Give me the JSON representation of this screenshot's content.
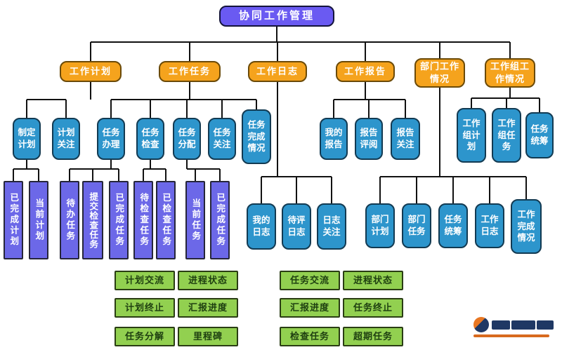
{
  "diagram_title": "协同工作管理",
  "colors": {
    "root_fill": "#6a5af2",
    "branch_fill": "#f5a31d",
    "node_fill": "#2d95cc",
    "leaf_fill": "#6c68e8",
    "action_fill": "#92d050",
    "line": "#111111",
    "background": "#ffffff"
  },
  "chart": {
    "root": "协同工作管理",
    "branches": [
      {
        "label": "工作计划",
        "children": [
          {
            "label": "制定计划",
            "children": [
              "已完成计划",
              "当前计划"
            ]
          },
          {
            "label": "计划关注",
            "children": []
          }
        ]
      },
      {
        "label": "工作任务",
        "children": [
          {
            "label": "任务办理",
            "children": [
              "待办任务",
              "提交检查任务",
              "已完成任务"
            ]
          },
          {
            "label": "任务检查",
            "children": [
              "待检查任务",
              "已检查任务"
            ]
          },
          {
            "label": "任务分配",
            "children": [
              "当前任务",
              "已完成任务"
            ]
          },
          {
            "label": "任务关注",
            "children": []
          },
          {
            "label": "任务完成情况",
            "children": []
          }
        ]
      },
      {
        "label": "工作日志",
        "children": [
          {
            "label": "我的日志",
            "children": []
          },
          {
            "label": "待评日志",
            "children": []
          },
          {
            "label": "日志关注",
            "children": []
          }
        ]
      },
      {
        "label": "工作报告",
        "children": [
          {
            "label": "我的报告",
            "children": []
          },
          {
            "label": "报告评阅",
            "children": []
          },
          {
            "label": "报告关注",
            "children": []
          }
        ]
      },
      {
        "label": "部门工作情况",
        "children": [
          {
            "label": "部门计划",
            "children": []
          },
          {
            "label": "部门任务",
            "children": []
          },
          {
            "label": "任务统筹",
            "children": []
          },
          {
            "label": "工作日志",
            "children": []
          },
          {
            "label": "工作完成情况",
            "children": []
          }
        ]
      },
      {
        "label": "工作组工作情况",
        "children": [
          {
            "label": "工作组计划",
            "children": []
          },
          {
            "label": "工作组任务",
            "children": []
          },
          {
            "label": "任务统筹",
            "children": []
          }
        ]
      }
    ]
  },
  "actions": {
    "left": [
      [
        "计划交流",
        "进程状态"
      ],
      [
        "计划终止",
        "汇报进度"
      ],
      [
        "任务分解",
        "里程碑"
      ]
    ],
    "right": [
      [
        "任务交流",
        "进程状态"
      ],
      [
        "汇报进度",
        "任务终止"
      ],
      [
        "检查任务",
        "超期任务"
      ]
    ]
  }
}
